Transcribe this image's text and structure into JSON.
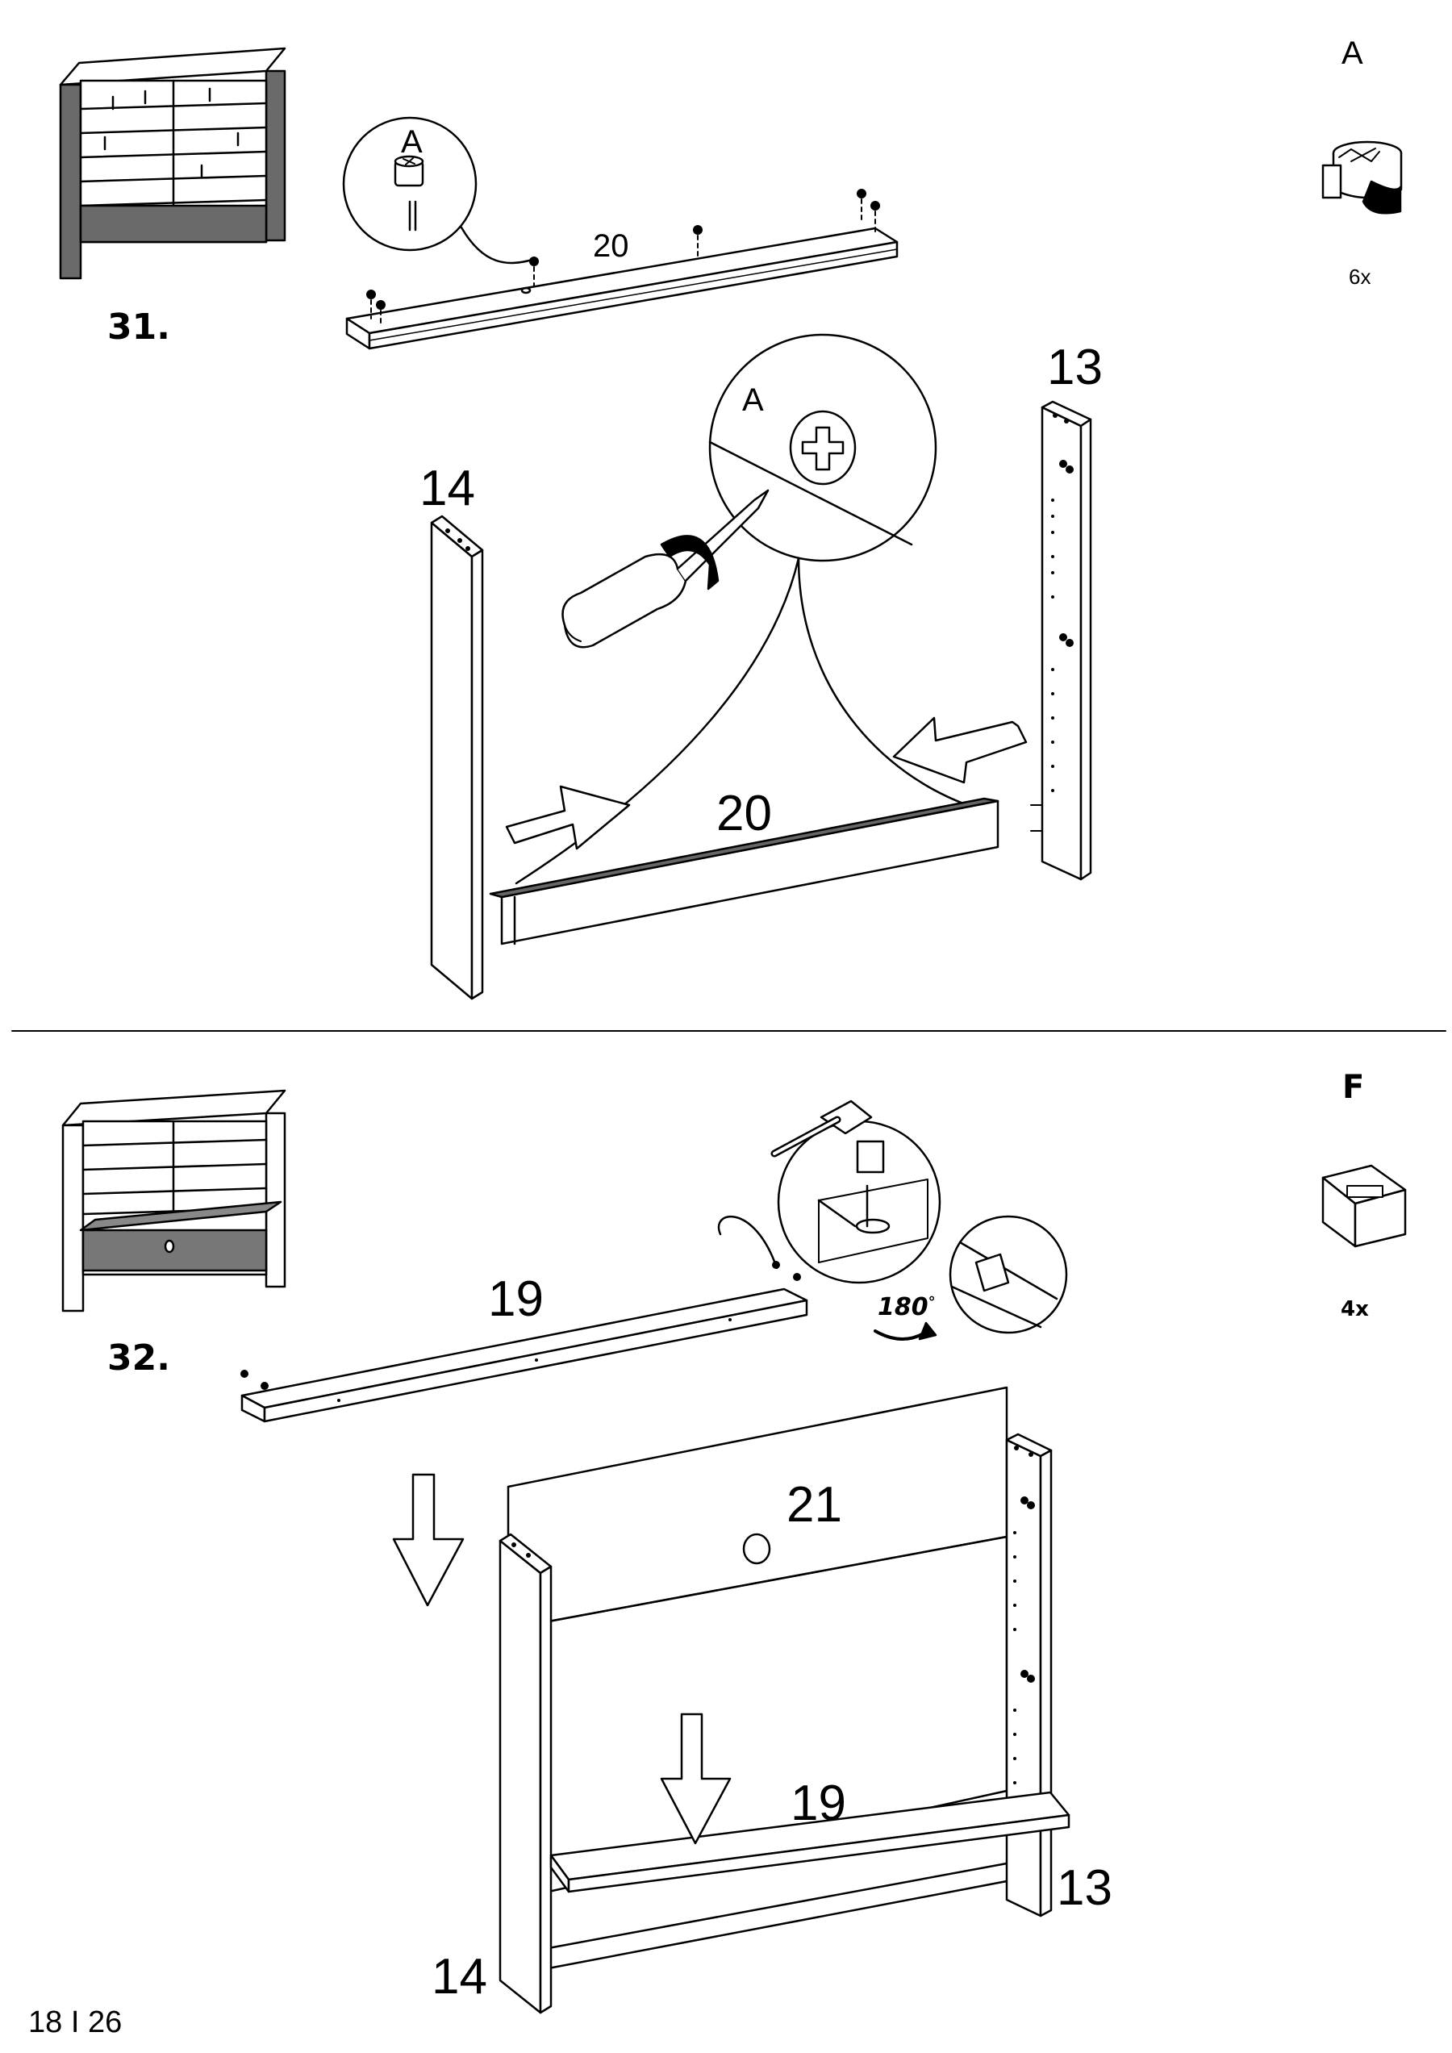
{
  "steps": [
    {
      "number": "31.",
      "hardware": {
        "letter": "A",
        "quantity": "6x",
        "icon": "cam-lock-icon"
      },
      "callout_top_letter": "A",
      "callout_screw_letter": "A",
      "board_top_label": "20",
      "part_labels": {
        "left_panel": "14",
        "right_panel": "13",
        "rail": "20"
      }
    },
    {
      "number": "32.",
      "hardware": {
        "letter": "F",
        "quantity": "4x",
        "icon": "shelf-clip-icon"
      },
      "rotation_label": "180",
      "shelf_top_label": "19",
      "part_labels": {
        "back_panel": "21",
        "shelf": "19",
        "right_panel": "13",
        "left_panel": "14"
      }
    }
  ],
  "footer": {
    "page": "18 I 26"
  }
}
